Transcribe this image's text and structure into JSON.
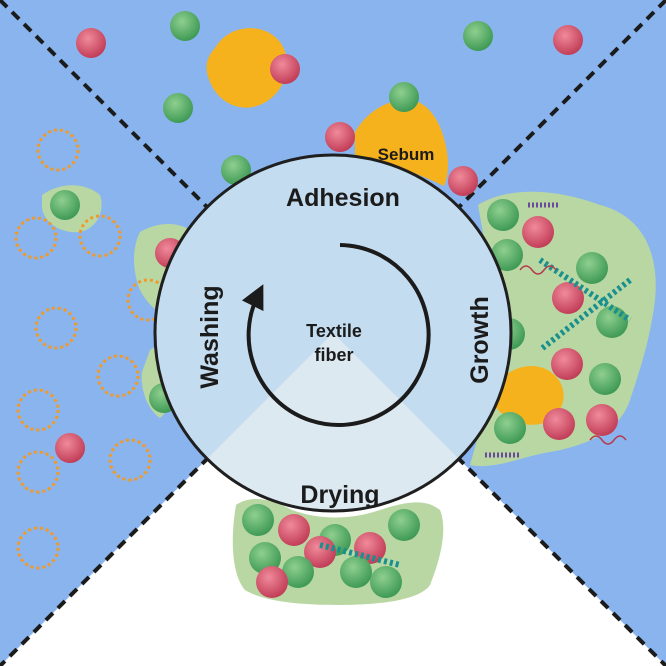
{
  "labels": {
    "adhesion": "Adhesion",
    "growth": "Growth",
    "drying": "Drying",
    "washing": "Washing",
    "center_line1": "Textile",
    "center_line2": "fiber",
    "sebum": "Sebum"
  },
  "colors": {
    "quadrant_blue": "#8ab4ee",
    "circle_fill": "#c4dcef",
    "circle_stroke": "#1f1f1f",
    "drying_wedge": "#dde9f1",
    "bottom_white": "#ffffff",
    "biofilm_green": "#b9d7a3",
    "bacteria_green": "#5fac6d",
    "bacteria_red": "#d6566c",
    "sebum_orange": "#f6b21d",
    "micelle_orange": "#ef9a2a",
    "dna_teal": "#19908e",
    "protein_purple": "#6a4a9a"
  },
  "icons": {
    "cycle_arrow": "circular-arrow-clockwise"
  }
}
